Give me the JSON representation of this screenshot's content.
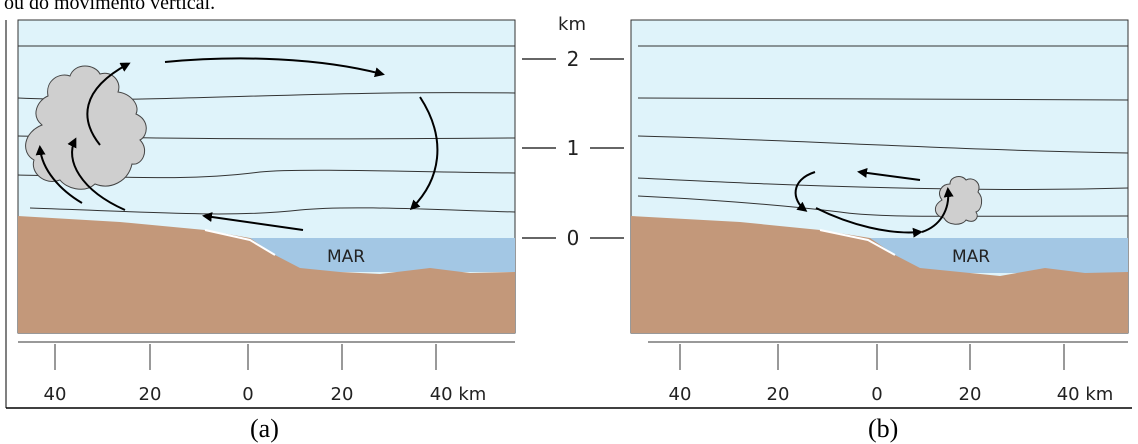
{
  "caption_top": "ou do movimento vertical.",
  "height_axis": {
    "unit": "km",
    "ticks": [
      "2",
      "1",
      "0"
    ]
  },
  "panels": [
    {
      "id": "a",
      "sea_label": "MAR",
      "x_ticks": [
        "40",
        "20",
        "0",
        "20",
        "40 km"
      ],
      "sublabel": "(a)"
    },
    {
      "id": "b",
      "sea_label": "MAR",
      "x_ticks": [
        "40",
        "20",
        "0",
        "20",
        "40 km"
      ],
      "sublabel": "(b)"
    }
  ],
  "colors": {
    "sky": "#dff3fa",
    "sea": "#a3c7e4",
    "land": "#c3987a",
    "cloud": "#cfcfcf",
    "lines": "#333333"
  }
}
